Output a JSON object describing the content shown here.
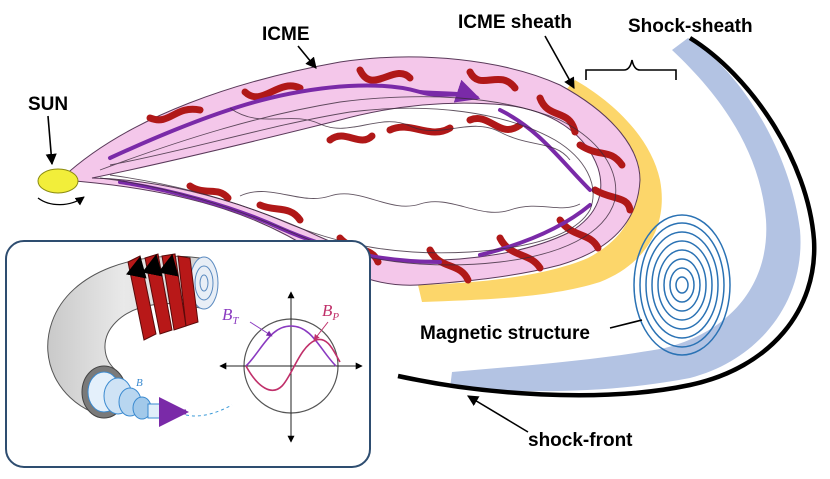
{
  "labels": {
    "sun": "SUN",
    "icme": "ICME",
    "icme_sheath": "ICME sheath",
    "shock_sheath": "Shock-sheath",
    "magnetic_structure": "Magnetic structure",
    "shock_front": "shock-front"
  },
  "inset": {
    "bt_main": "B",
    "bt_sub": "T",
    "bp_main": "B",
    "bp_sub": "P",
    "b_vector": "B"
  },
  "colors": {
    "icme_fill": "#f4c7ea",
    "icme_sheath": "#fcd66a",
    "shock_sheath": "#b3c3e3",
    "flux_rope_red": "#b01818",
    "flux_rope_purple": "#7a2aa8",
    "magnetic_structure": "#2a72b4",
    "inset_border": "#2e4d70",
    "sun": "#f2ee3a"
  }
}
